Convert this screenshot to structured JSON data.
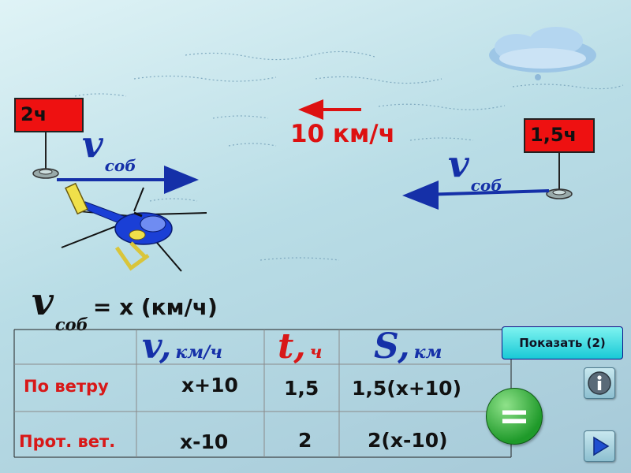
{
  "scene": {
    "left_flag": "2ч",
    "right_flag": "1,5ч",
    "wind_speed": "10 км/ч",
    "v_symbol": "v",
    "v_subscript": "соб"
  },
  "formula": {
    "symbol": "v",
    "subscript": "соб",
    "expression": "= х (км/ч)"
  },
  "table": {
    "headers": {
      "v": {
        "symbol": "v,",
        "unit": "км/ч"
      },
      "t": {
        "symbol": "t,",
        "unit": "ч"
      },
      "s": {
        "symbol": "S,",
        "unit": "км"
      }
    },
    "rows": [
      {
        "label": "По ветру",
        "v": "х+10",
        "t": "1,5",
        "s": "1,5(х+10)"
      },
      {
        "label": "Прот. вет.",
        "v": "х-10",
        "t": "2",
        "s": "2(х-10)"
      }
    ]
  },
  "controls": {
    "show_label": "Показать (2)",
    "equals_label": "=",
    "info_icon": "info-icon",
    "next_icon": "play-next-icon"
  },
  "colors": {
    "arrow_blue": "#1530a8",
    "wind_red": "#dd1111",
    "flag_red": "#ee1111",
    "equals_green": "#1f9a2a",
    "show_button": "#19c9d6"
  }
}
